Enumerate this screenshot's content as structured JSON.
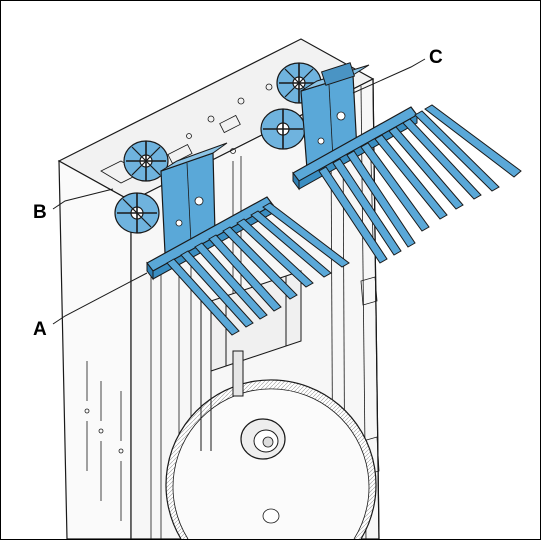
{
  "callouts": {
    "a": "A",
    "b": "B",
    "c": "C"
  },
  "colors": {
    "assembly_blue": "#5aa8d8",
    "assembly_blue_dark": "#2f7fb3",
    "line": "#1a1a1a",
    "frame_fill": "#f4f4f4",
    "background": "#ffffff"
  }
}
